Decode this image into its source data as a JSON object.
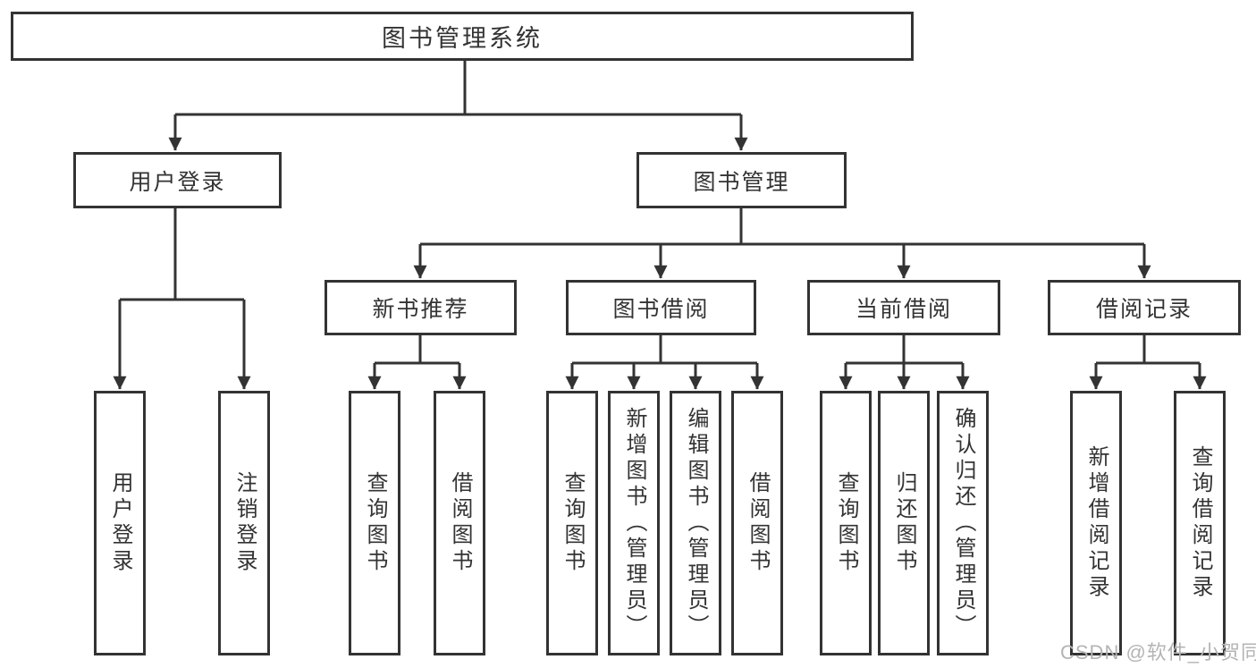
{
  "diagram": {
    "root": {
      "label": "图书管理系统"
    },
    "branches": [
      {
        "label": "用户登录",
        "children": [
          {
            "label": "用户登录"
          },
          {
            "label": "注销登录"
          }
        ]
      },
      {
        "label": "图书管理",
        "children": [
          {
            "label": "新书推荐",
            "children": [
              {
                "label": "查询图书"
              },
              {
                "label": "借阅图书"
              }
            ]
          },
          {
            "label": "图书借阅",
            "children": [
              {
                "label": "查询图书"
              },
              {
                "label": "新增图书（管理员）"
              },
              {
                "label": "编辑图书（管理员）"
              },
              {
                "label": "借阅图书"
              }
            ]
          },
          {
            "label": "当前借阅",
            "children": [
              {
                "label": "查询图书"
              },
              {
                "label": "归还图书"
              },
              {
                "label": "确认归还（管理员）"
              }
            ]
          },
          {
            "label": "借阅记录",
            "children": [
              {
                "label": "新增借阅记录"
              },
              {
                "label": "查询借阅记录"
              }
            ]
          }
        ]
      }
    ],
    "watermark": "CSDN @软件_小贺同学",
    "colors": {
      "line": "#333333",
      "text": "#333333",
      "box_bg": "#ffffff",
      "watermark": "#b4b4b4"
    }
  }
}
